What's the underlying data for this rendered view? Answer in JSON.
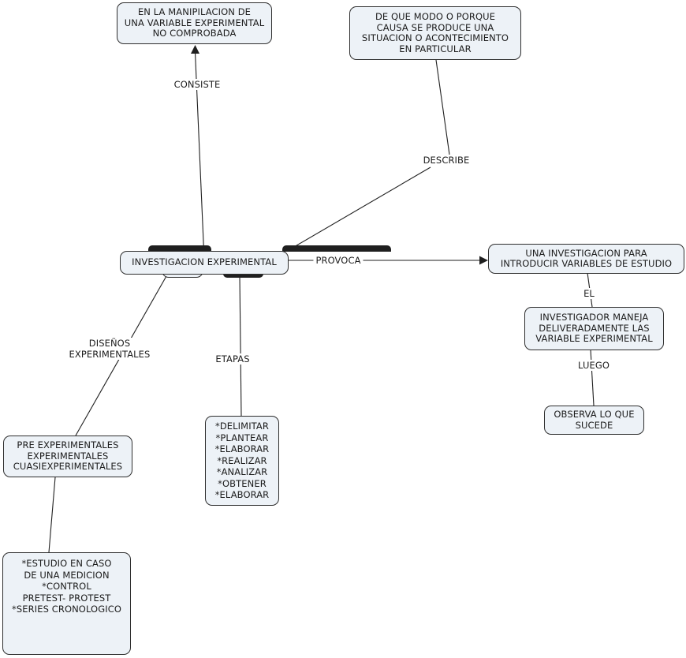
{
  "colors": {
    "node_fill": "#edf2f7",
    "node_border": "#2e2e2e",
    "line": "#1f1f1f",
    "background": "#ffffff",
    "text": "#1c1c1c"
  },
  "nodes": {
    "manipulacion": {
      "text": "EN LA MANIPILACION DE\nUNA VARIABLE EXPERIMENTAL\nNO COMPROBADA"
    },
    "modo_causa": {
      "text": "DE QUE MODO O PORQUE\nCAUSA SE PRODUCE UNA\nSITUACION O ACONTECIMIENTO\nEN PARTICULAR"
    },
    "central": {
      "text": "INVESTIGACION EXPERIMENTAL"
    },
    "introducir_variables": {
      "text": "UNA INVESTIGACION PARA\nINTRODUCIR VARIABLES DE ESTUDIO"
    },
    "investigador_maneja": {
      "text": "INVESTIGADOR MANEJA\nDELIVERADAMENTE LAS\nVARIABLE EXPERIMENTAL"
    },
    "observa": {
      "text": "OBSERVA LO QUE\nSUCEDE"
    },
    "etapas_lista": {
      "text": "*DELIMITAR\n*PLANTEAR\n*ELABORAR\n*REALIZAR\n*ANALIZAR\n*OBTENER\n*ELABORAR"
    },
    "tipos_disenos": {
      "text": "PRE EXPERIMENTALES\nEXPERIMENTALES\nCUASIEXPERIMENTALES"
    },
    "detalle_disenos": {
      "text": "*ESTUDIO EN CASO\nDE UNA MEDICION\n*CONTROL\nPRETEST- PROTEST\n*SERIES CRONOLOGICO"
    }
  },
  "link_labels": {
    "consiste": "CONSISTE",
    "describe": "DESCRIBE",
    "provoca": "PROVOCA",
    "el": "EL",
    "luego": "LUEGO",
    "disenos": "DISEÑOS\nEXPERIMENTALES",
    "etapas": "ETAPAS"
  }
}
